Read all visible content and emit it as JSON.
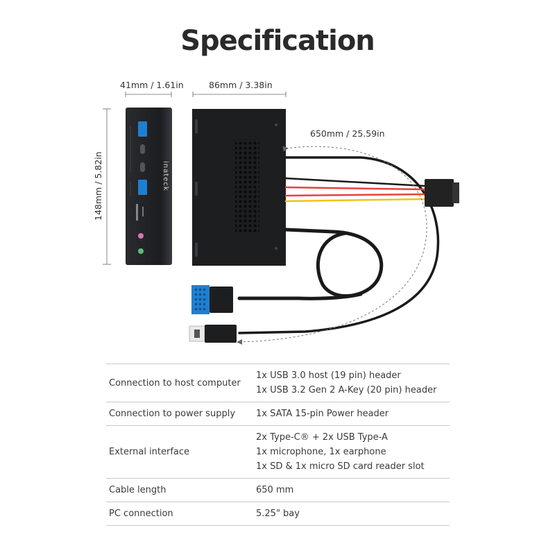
{
  "title": "Specification",
  "dimensions": {
    "depth": "41mm / 1.61in",
    "width": "86mm / 3.38in",
    "height": "148mm / 5.82in",
    "cable": "650mm / 25.59in"
  },
  "device_label": "inateck",
  "spec_rows": [
    {
      "label": "Connection to host computer",
      "values": [
        "1x USB 3.0 host (19 pin) header",
        "1x USB 3.2 Gen 2 A-Key (20 pin) header"
      ]
    },
    {
      "label": "Connection to power supply",
      "values": [
        "1x SATA 15-pin Power header"
      ]
    },
    {
      "label": "External interface",
      "values": [
        "2x Type-C® + 2x USB Type-A",
        "1x microphone, 1x earphone",
        "1x SD & 1x micro SD card reader slot"
      ]
    },
    {
      "label": "Cable length",
      "values": [
        "650 mm"
      ]
    },
    {
      "label": "PC connection",
      "values": [
        "5.25\" bay"
      ]
    }
  ],
  "colors": {
    "device": "#1d1e20",
    "usb_port": "#1e7fd0",
    "mic_jack": "#d676b5",
    "ear_jack": "#5cbd73",
    "wire_red": "#e8423b",
    "wire_yellow": "#f2c21a",
    "wire_black": "#1a1a1a"
  }
}
